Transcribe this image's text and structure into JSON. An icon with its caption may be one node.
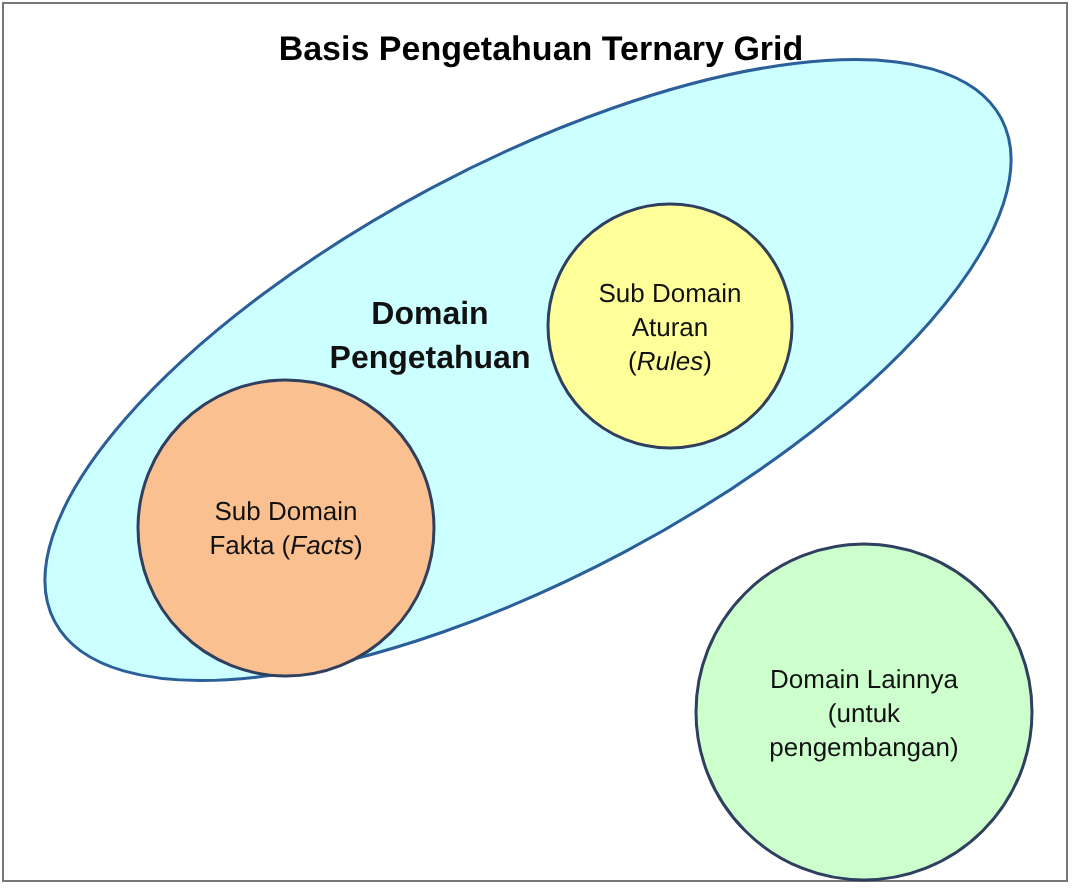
{
  "diagram": {
    "title": "Basis Pengetahuan Ternary Grid",
    "nodes": [
      {
        "text": [
          "Domain Pengetahuan"
        ]
      },
      {
        "text": [
          "Sub Domain Aturan (*Rules*)"
        ],
        "in": 0
      },
      {
        "text": [
          "Sub Domain Fakta (*Facts*)"
        ],
        "in": 0
      },
      {
        "text": [
          "Domain Lainnya (untuk pengembangan)"
        ]
      }
    ]
  }
}
